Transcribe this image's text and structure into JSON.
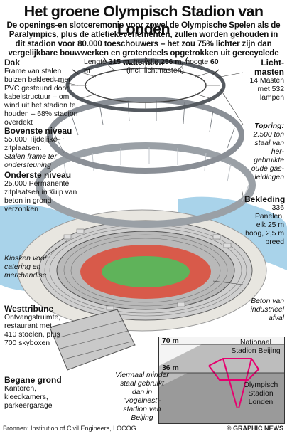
{
  "title": "Het groene Olympisch Stadion van Londen",
  "intro": "De openings-en slotceremonie voor zowel de Olympische Spelen als de Paralympics, plus de atletiekevenementen, zullen worden gehouden in dit stadion voor 80.000 toeschouwers – het zou 75% lichter zijn dan vergelijkbare bouwwerken en grotendeels opgetrokken uit gerecyclede materialen",
  "dimensions": {
    "lengte_label": "Lengte",
    "lengte_value": "315 m",
    "breedte_label": "breedte",
    "breedte_value": "256 m",
    "hoogte_label": "hoogte",
    "hoogte_value": "60 m",
    "note": "(incl. lichtmasten)"
  },
  "dak": {
    "heading": "Dak",
    "text": "Frame van stalen buizen bekleedt met PVC gesteund door kabelstructuur – om wind uit het stadion te houden – 68% stadion overdekt"
  },
  "bovenste_niveau": {
    "heading": "Bovenste niveau",
    "text": "55.000 Tijdelijke zitplaatsen.",
    "note": "Stalen frame ter ondersteuning"
  },
  "onderste_niveau": {
    "heading": "Onderste niveau",
    "text": "25.000 Permanente zitplaatsen in kuip van beton in grond verzonken"
  },
  "kiosken": {
    "text": "Kiosken voor catering en merchandise"
  },
  "westtribune": {
    "heading": "Westtribune",
    "text": "Ontvangstruimte, restaurant met 410 stoelen, plus 700 skyboxen"
  },
  "begane_grond": {
    "heading": "Begane grond",
    "text": "Kantoren, kleedkamers, parkeergarage"
  },
  "lichtmasten": {
    "heading": "Licht-masten",
    "text": "14 Masten met 532 lampen"
  },
  "topring": {
    "heading": "Topring:",
    "text": "2.500 ton staal van her-gebruikte oude gas-leidingen"
  },
  "bekleding": {
    "heading": "Bekleding",
    "text": "336 Panelen, elk 25 m hoog, 2,5 m breed"
  },
  "beton": {
    "text": "Beton van industrieel afval"
  },
  "inset": {
    "h70": "70 m",
    "h36": "36 m",
    "beijing": "Nationaal Stadion Beijing",
    "londen": "Olympisch Stadion Londen",
    "viermaal": "Viermaal minder staal gebruikt dan in 'Vogelnest'-stadion van Beijing"
  },
  "footer": {
    "sources": "Bronnen: Institution of Civil Engineers, LOCOG",
    "credit": "© GRAPHIC NEWS"
  },
  "colors": {
    "water": "#a9d3ea",
    "grass": "#5fb35a",
    "track": "#d85a4a",
    "steel": "#8a8f96",
    "beijing_red": "#e6006e"
  }
}
